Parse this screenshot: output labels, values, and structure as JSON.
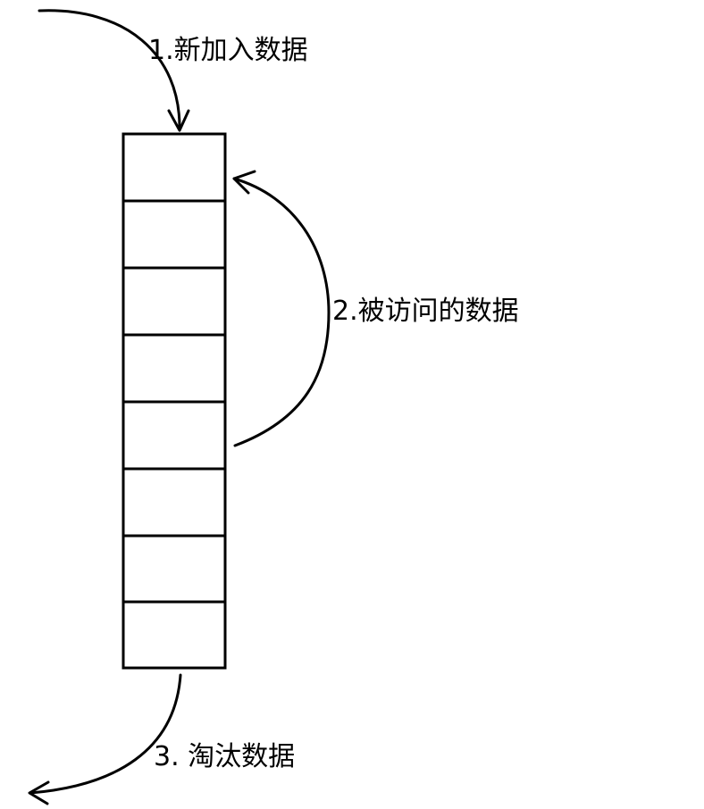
{
  "diagram": {
    "cell_count": 8,
    "labels": {
      "add": "1.新加入数据",
      "access": "2.被访问的数据",
      "evict": "3. 淘汰数据"
    }
  }
}
